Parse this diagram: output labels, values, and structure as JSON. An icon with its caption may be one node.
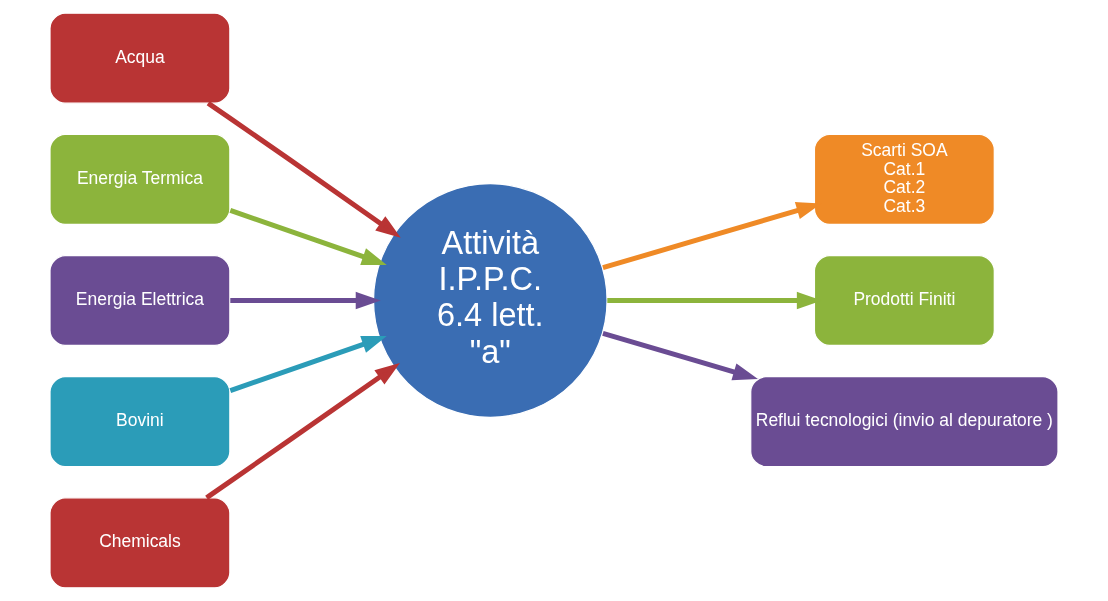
{
  "diagram": {
    "nodes": [
      {
        "text": [
          "Acqua"
        ]
      },
      {
        "text": [
          "Energia Termica"
        ]
      },
      {
        "text": [
          "Energia Elettrica"
        ]
      },
      {
        "text": [
          "Bovini"
        ]
      },
      {
        "text": [
          "Attività I.P.P.C. 6.4 lett. \"a\""
        ]
      },
      {
        "text": [
          "Scarti SOA",
          "Cat.1",
          "Cat.2",
          "Cat.3"
        ]
      },
      {
        "text": [
          "Chemicals"
        ]
      },
      {
        "text": [
          "Prodotti Finiti"
        ]
      },
      {
        "text": [
          "Reflui tecnologici (invio al depuratore )"
        ]
      }
    ],
    "edges": [
      {
        "from": 0,
        "to": 4,
        "arrow": "to",
        "color": "#b93434"
      },
      {
        "from": 1,
        "to": 4,
        "arrow": "to",
        "color": "#8cb43c"
      },
      {
        "from": 2,
        "to": 4,
        "arrow": "to",
        "color": "#6a4c93"
      },
      {
        "from": 3,
        "to": 4,
        "arrow": "to",
        "color": "#2b9cb8"
      },
      {
        "from": 4,
        "to": 5,
        "arrow": "to",
        "color": "#ef8a26"
      },
      {
        "from": 6,
        "to": 4,
        "arrow": "to",
        "color": "#b93434"
      },
      {
        "from": 4,
        "to": 7,
        "arrow": "to",
        "color": "#8cb43c"
      },
      {
        "from": 4,
        "to": 8,
        "arrow": "to",
        "color": "#6a4c93"
      }
    ]
  }
}
